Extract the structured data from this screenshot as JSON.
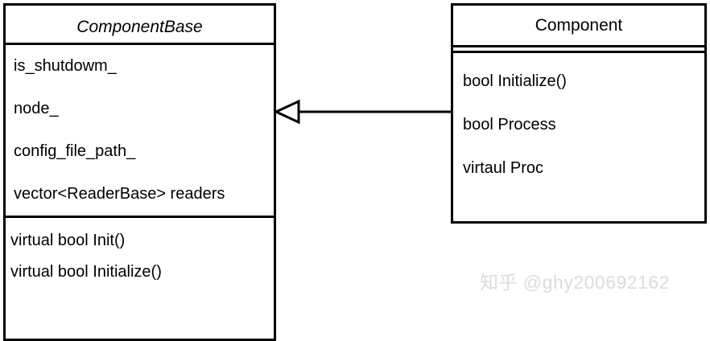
{
  "diagram": {
    "type": "uml-class-diagram",
    "background_color": "#ffffff",
    "line_color": "#000000"
  },
  "classes": [
    {
      "id": "componentbase",
      "name": "ComponentBase",
      "abstract": true,
      "attributes": [
        "is_shutdowm_",
        "node_",
        "config_file_path_",
        "vector<ReaderBase> readers"
      ],
      "operations": [
        "virtual bool Init()",
        "virtual bool Initialize()"
      ]
    },
    {
      "id": "component",
      "name": "Component",
      "abstract": false,
      "attributes": [],
      "operations": [
        "bool Initialize()",
        "bool Process",
        "virtaul Proc"
      ]
    }
  ],
  "relationships": [
    {
      "id": "generalization-1",
      "kind": "generalization",
      "source": "Component",
      "target": "ComponentBase",
      "arrow": "hollow-triangle",
      "line": "solid"
    }
  ],
  "watermark": {
    "text": "知乎 @ghy200692162",
    "color": "#dcdcdc"
  }
}
